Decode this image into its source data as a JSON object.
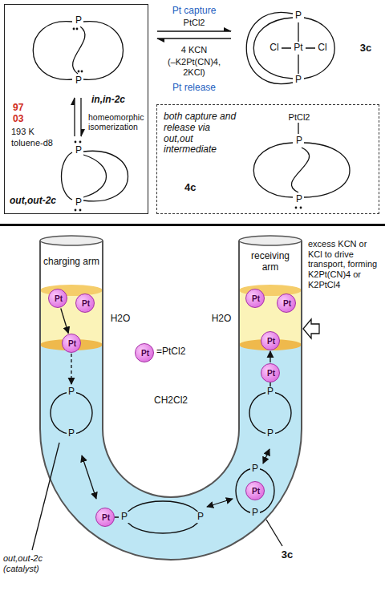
{
  "diagram": {
    "nodes": [
      {
        "text": [
          "in,in-2c",
          "97",
          "03",
          "193 K",
          "toluene-d8",
          "homeomorphic isomerization",
          "out,out-2c",
          "P",
          "P",
          "P",
          "P"
        ]
      },
      {
        "text": [
          "both capture and release via out,out intermediate",
          "PtCl2",
          "P",
          "P",
          "4c"
        ]
      },
      {
        "text": [
          "Pt"
        ]
      },
      {
        "text": [
          "Pt"
        ]
      },
      {
        "text": [
          "Pt"
        ]
      },
      {
        "text": [
          "Pt"
        ]
      },
      {
        "text": [
          "Pt"
        ]
      },
      {
        "text": [
          "Pt"
        ]
      },
      {
        "text": [
          "Pt"
        ]
      },
      {
        "text": [
          "Pt"
        ]
      },
      {
        "text": [
          "Pt"
        ]
      },
      {
        "text": [
          "Pt"
        ]
      }
    ],
    "edges": [
      {
        "from": 2,
        "to": 6,
        "arrow": "to"
      },
      {
        "from": 9,
        "to": 7,
        "arrow": "to"
      }
    ],
    "labels": [
      "Pt capture",
      "PtCl2",
      "4 KCN",
      "(–K2Pt(CN)4, 2KCl)",
      "Pt release",
      "Cl",
      "Pt",
      "Cl",
      "P",
      "P",
      "3c",
      "charging arm",
      "receiving arm",
      "excess KCN or KCl to drive transport, forming K2Pt(CN)4 or K2PtCl4",
      "H2O",
      "H2O",
      "=PtCl2",
      "CH2Cl2",
      "P",
      "P",
      "P",
      "P",
      "P",
      "P",
      "P",
      "P",
      "out,out-2c (catalyst)",
      "3c"
    ]
  }
}
